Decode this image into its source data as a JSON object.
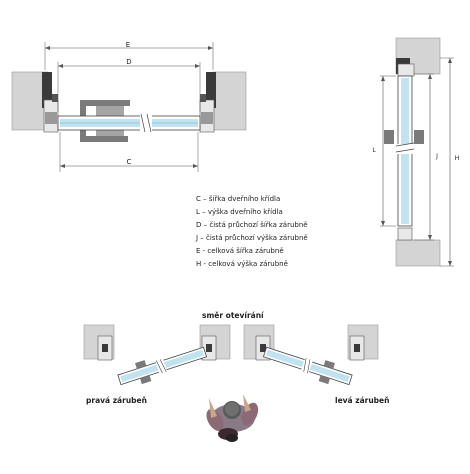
{
  "dimensions": {
    "e": "E",
    "d": "D",
    "c": "C",
    "l": "L",
    "j": "J",
    "h": "H"
  },
  "legend": [
    "C – šířka dveřního křídla",
    "L – výška dveřního křídla",
    "D – čistá průchozí šířka zárubně",
    "J – čistá průchozí výška zárubně",
    "E - celková šířka zárubně",
    "H - celková výška zárubně"
  ],
  "captions": {
    "opening_direction": "směr otevírání",
    "right_frame": "pravá zárubeň",
    "left_frame": "levá zárubeň"
  },
  "colors": {
    "wall": "#d4d4d4",
    "frame": "#3a3a3a",
    "glass": "#bfe3f0",
    "line": "#555555"
  }
}
